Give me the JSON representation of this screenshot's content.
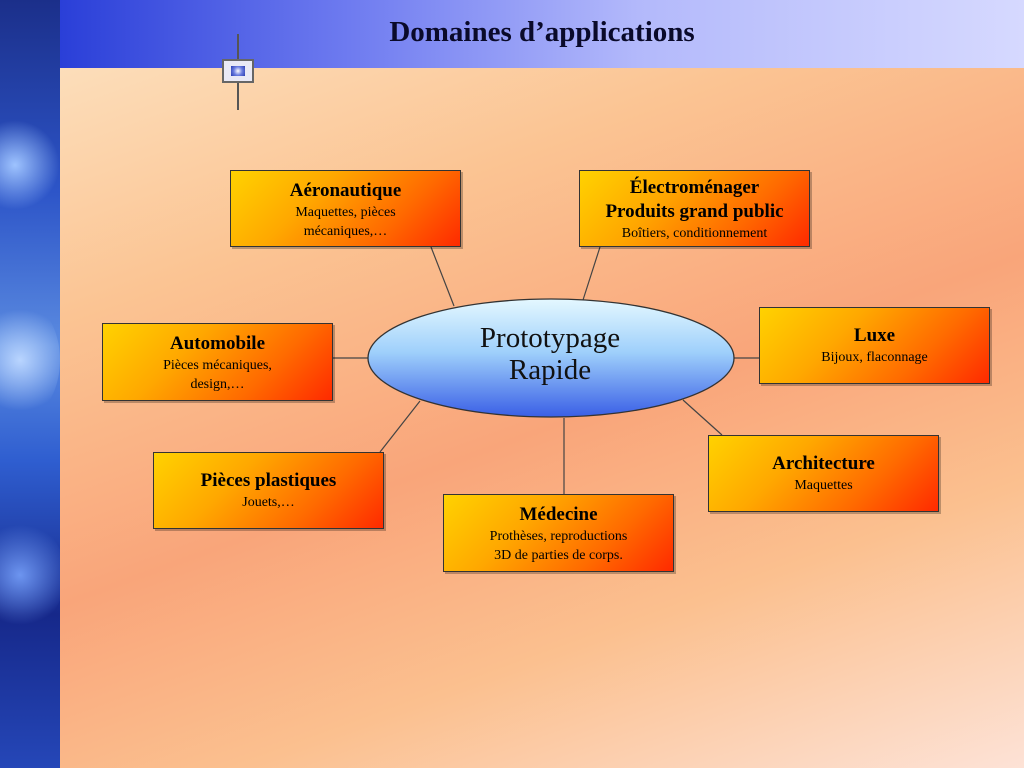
{
  "slide": {
    "title": "Domaines d’applications"
  },
  "center": {
    "line1": "Prototypage",
    "line2": "Rapide"
  },
  "boxes": {
    "aeronautique": {
      "title": "Aéronautique",
      "line1": "Maquettes, pièces",
      "line2": "mécaniques,…"
    },
    "electromenager": {
      "title": "Électroménager",
      "title2": "Produits grand public",
      "line1": "Boîtiers, conditionnement"
    },
    "automobile": {
      "title": "Automobile",
      "line1": "Pièces mécaniques,",
      "line2": "design,…"
    },
    "luxe": {
      "title": "Luxe",
      "line1": "Bijoux, flaconnage"
    },
    "pieces_plastiques": {
      "title": "Pièces plastiques",
      "line1": "Jouets,…"
    },
    "medecine": {
      "title": "Médecine",
      "line1": "Prothèses, reproductions",
      "line2": "3D de parties de corps."
    },
    "architecture": {
      "title": "Architecture",
      "line1": "Maquettes"
    }
  },
  "colors": {
    "box_gradient_start": "#ffd200",
    "box_gradient_end": "#ff2a00",
    "ellipse_top": "#dff6ff",
    "ellipse_bottom": "#3a66e8"
  }
}
